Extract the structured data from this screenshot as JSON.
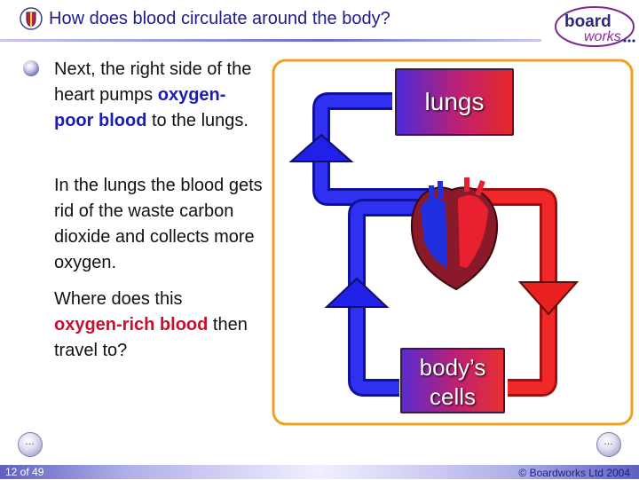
{
  "header": {
    "title": "How does blood circulate around the body?",
    "brand": {
      "line1": "board",
      "line2": "works"
    }
  },
  "content": {
    "para1": {
      "before": "Next, the right side of the heart pumps ",
      "highlight": "oxygen-poor blood",
      "after": " to the lungs."
    },
    "para2": {
      "text": "In the lungs the blood gets rid of the waste carbon dioxide and collects more oxygen."
    },
    "para3": {
      "before": "Where does this ",
      "highlight": "oxygen-rich blood",
      "after": " then travel to?"
    }
  },
  "diagram": {
    "lungs_label": "lungs",
    "cells_label_line1": "body’s",
    "cells_label_line2": "cells"
  },
  "footer": {
    "page": "12 of 49",
    "copyright": "© Boardworks Ltd 2004",
    "prev_icon": "…",
    "next_icon": "…"
  },
  "colors": {
    "oxygen_poor": "#2020e0",
    "oxygen_rich": "#e82020",
    "frame": "#f0a020",
    "title": "#1c1c8c"
  },
  "icons": [
    "boardworks-shield-icon",
    "bullet-orb-icon",
    "prev-slide-icon",
    "next-slide-icon"
  ]
}
